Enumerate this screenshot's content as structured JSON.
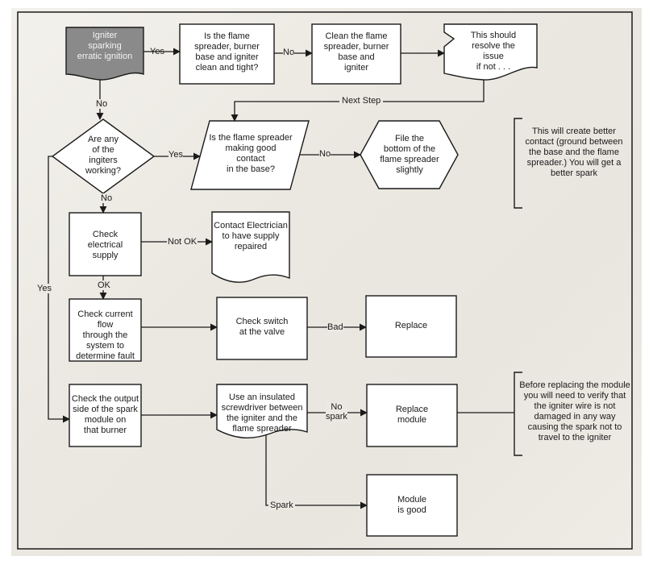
{
  "colors": {
    "line": "#1a1a1a",
    "box_fill": "#ffffff",
    "start_fill": "#8a8a8a",
    "page_tint": "#ece9e2"
  },
  "nodes": {
    "start": "Igniter\nsparking\nerratic ignition",
    "q_clean": "Is the flame\nspreader, burner\nbase and igniter\nclean and tight?",
    "clean": "Clean the flame\nspreader, burner\nbase and\nigniter",
    "resolve": "This should\nresolve the\nissue\nif not . . .",
    "q_ingiters": "Are any\nof the\ningiters\nworking?",
    "q_contact": "Is the flame spreader\nmaking good\ncontact\nin the base?",
    "file": "File the\nbottom of the\nflame spreader\nslightly",
    "note_contact": "This will create better\ncontact (ground between\nthe base and the flame\nspreader.) You will get a\nbetter spark",
    "check_supply": "Check\nelectrical\nsupply",
    "electrician": "Contact Electrician\nto have supply\nrepaired",
    "check_flow": "Check current flow\nthrough the\nsystem to\ndetermine fault",
    "check_switch": "Check switch\nat the valve",
    "replace": "Replace",
    "check_output": "Check the output\nside of the spark\nmodule on\nthat burner",
    "screwdriver": "Use an insulated\nscrewdriver between\nthe igniter and the\nflame spreader",
    "replace_module": "Replace\nmodule",
    "note_module": "Before replacing the module\nyou will need to verify that\nthe igniter wire is not\ndamaged in any way\ncausing the spark not to\ntravel to the igniter",
    "module_good": "Module\nis good"
  },
  "edges": {
    "yes_1": "Yes",
    "no_1": "No",
    "next_step": "Next Step",
    "no_2": "No",
    "yes_2": "Yes",
    "no_3": "No",
    "no_4": "No",
    "not_ok": "Not OK",
    "ok": "OK",
    "yes_3": "Yes",
    "bad": "Bad",
    "no_spark": "No\nspark",
    "spark": "Spark"
  }
}
